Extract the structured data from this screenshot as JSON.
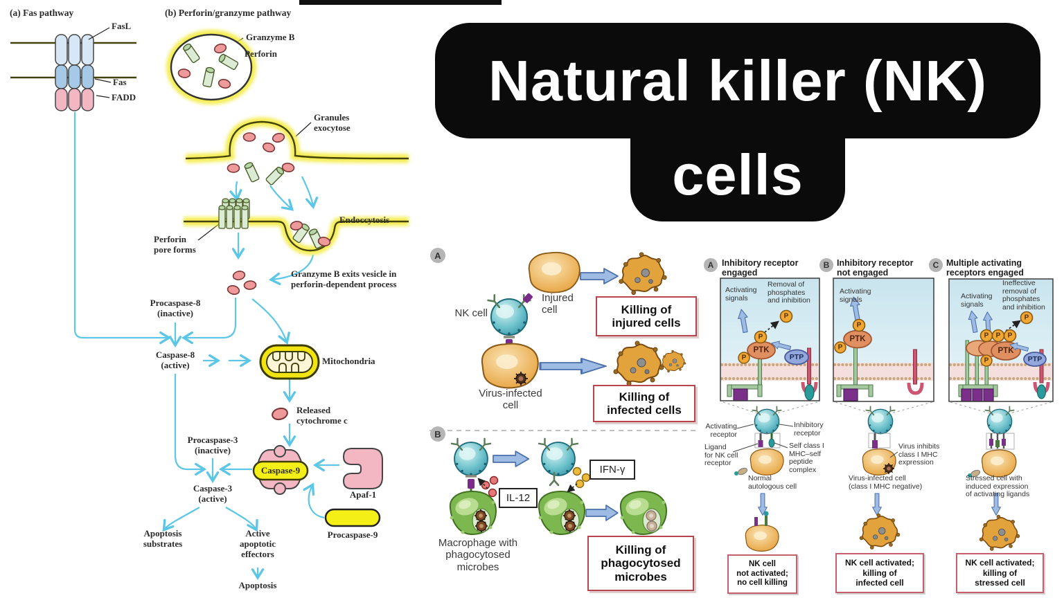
{
  "title": {
    "line1": "Natural killer (NK)",
    "line2": "cells"
  },
  "left": {
    "a_title": "(a)  Fas pathway",
    "b_title": "(b)  Perforin/granzyme pathway",
    "fasl": "FasL",
    "fas": "Fas",
    "fadd": "FADD",
    "granzyme_b": "Granzyme B",
    "perforin": "Perforin",
    "granules_exocytose": "Granules\nexocytose",
    "endocytosis": "Endoccytosis",
    "perforin_pore": "Perforin\npore forms",
    "granzyme_exits": "Granzyme B exits vesicle in\nperforin-dependent process",
    "procaspase8": "Procaspase-8\n(inactive)",
    "caspase8": "Caspase-8\n(active)",
    "mitochondria": "Mitochondria",
    "released_cytochrome": "Released\ncytochrome c",
    "procaspase3": "Procaspase-3\n(inactive)",
    "caspase3": "Caspase-3\n(active)",
    "caspase9": "Caspase-9",
    "apaf1": "Apaf-1",
    "procaspase9": "Procaspase-9",
    "apoptosis_substrates": "Apoptosis\nsubstrates",
    "active_effectors": "Active\napoptotic\neffectors",
    "apoptosis": "Apoptosis"
  },
  "middle": {
    "badge_a": "A",
    "badge_b": "B",
    "nk_cell": "NK cell",
    "injured_cell": "Injured\ncell",
    "virus_infected_cell": "Virus-infected\ncell",
    "killing_injured": "Killing of\ninjured cells",
    "killing_infected": "Killing of\ninfected cells",
    "killing_phagocytosed": "Killing of\nphagocytosed\nmicrobes",
    "il12": "IL-12",
    "ifn_gamma": "IFN-γ",
    "macrophage": "Macrophage with\nphagocytosed\nmicrobes"
  },
  "right": {
    "p": "P",
    "ptk": "PTK",
    "ptp": "PTP",
    "a": {
      "badge": "A",
      "title": "Inhibitory receptor\nengaged",
      "activating": "Activating\nsignals",
      "removal": "Removal of\nphosphates\nand inhibition",
      "activating_receptor": "Activating\nreceptor",
      "inhibitory_receptor": "Inhibitory\nreceptor",
      "ligand": "Ligand\nfor NK cell\nreceptor",
      "self_mhc": "Self class I\nMHC–self\npeptide\ncomplex",
      "cell": "Normal\nautologous cell",
      "result": "NK cell\nnot activated;\nno cell killing"
    },
    "b": {
      "badge": "B",
      "title": "Inhibitory receptor\nnot engaged",
      "activating": "Activating\nsignals",
      "virus_inhibits": "Virus inhibits\nclass I MHC\nexpression",
      "cell": "Virus-infected cell\n(class I MHC negative)",
      "result": "NK cell activated;\nkilling of\ninfected cell"
    },
    "c": {
      "badge": "C",
      "title": "Multiple activating\nreceptors engaged",
      "activating": "Activating\nsignals",
      "removal": "Ineffective\nremoval of\nphosphates\nand inhibition",
      "cell": "Stressed cell with\ninduced expression\nof activating ligands",
      "result": "NK cell activated;\nkilling of\nstressed cell"
    }
  }
}
